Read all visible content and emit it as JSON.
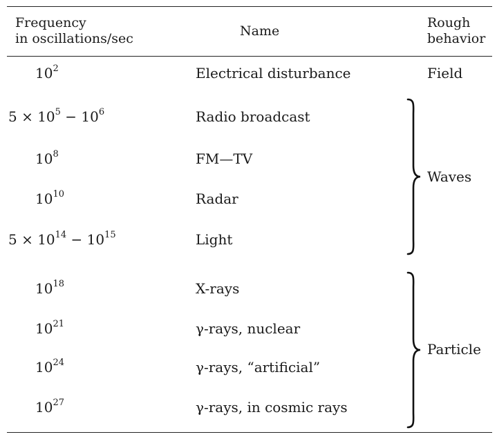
{
  "headers": {
    "frequency_line1": "Frequency",
    "frequency_line2": "in oscillations/sec",
    "name": "Name",
    "behavior_line1": "Rough",
    "behavior_line2": "behavior"
  },
  "rows": [
    {
      "freq_parts": [
        "10",
        "2",
        ""
      ],
      "name": "Electrical disturbance"
    },
    {
      "freq_parts": [
        "5 × 10",
        "5",
        " − 10",
        "6"
      ],
      "name": "Radio broadcast"
    },
    {
      "freq_parts": [
        "10",
        "8"
      ],
      "name": "FM—TV"
    },
    {
      "freq_parts": [
        "10",
        "10"
      ],
      "name": "Radar"
    },
    {
      "freq_parts": [
        "5 × 10",
        "14",
        " − 10",
        "15"
      ],
      "name": "Light"
    },
    {
      "freq_parts": [
        "10",
        "18"
      ],
      "name": "X-rays"
    },
    {
      "freq_parts": [
        "10",
        "21"
      ],
      "name": "γ-rays, nuclear"
    },
    {
      "freq_parts": [
        "10",
        "24"
      ],
      "name": "γ-rays, “artificial”"
    },
    {
      "freq_parts": [
        "10",
        "27"
      ],
      "name": "γ-rays, in cosmic rays"
    }
  ],
  "behaviors": {
    "field": "Field",
    "waves": "Waves",
    "particle": "Particle"
  }
}
